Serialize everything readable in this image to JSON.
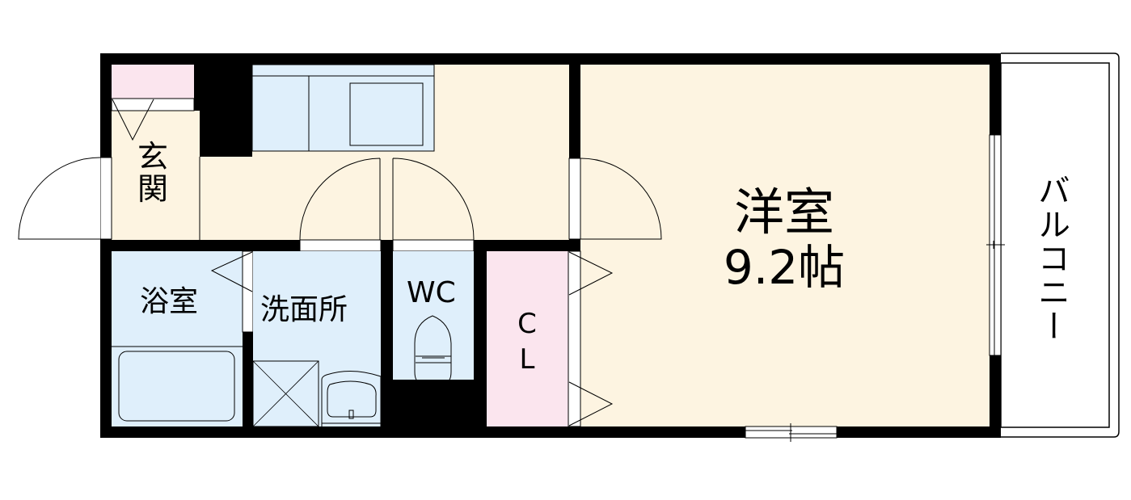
{
  "colors": {
    "wall": "#000000",
    "wet_area": "#dfeffb",
    "living_area": "#fdf4e1",
    "storage": "#fbe5ee",
    "exterior": "#ffffff"
  },
  "rooms": {
    "entrance": {
      "label_line1": "玄",
      "label_line2": "関"
    },
    "bathroom": {
      "label": "浴室"
    },
    "washroom": {
      "label": "洗面所"
    },
    "toilet": {
      "label": "WC"
    },
    "closet": {
      "label_line1": "C",
      "label_line2": "L"
    },
    "western_room": {
      "label": "洋室",
      "size": "9.2帖"
    },
    "balcony": {
      "label": "バルコニー"
    }
  }
}
